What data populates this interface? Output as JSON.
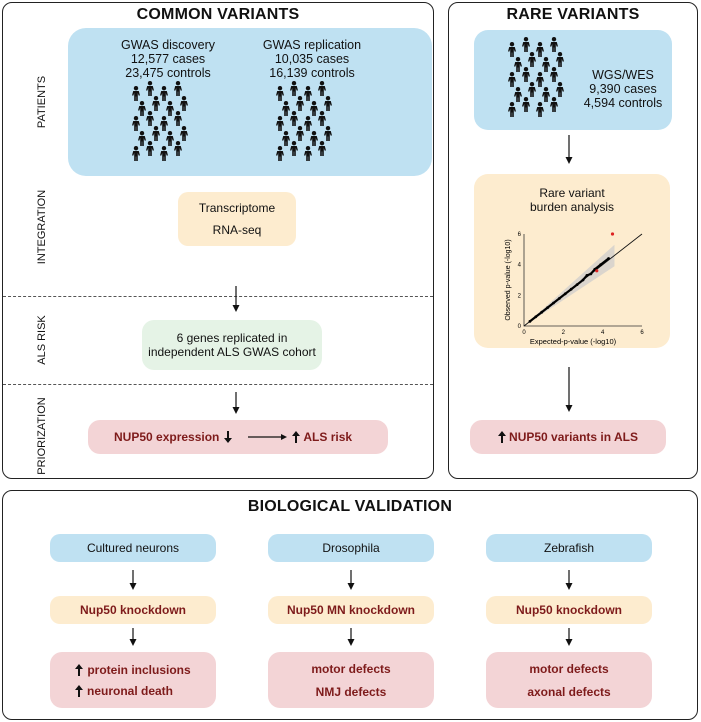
{
  "common": {
    "title": "COMMON VARIANTS",
    "labels": {
      "patients": "PATIENTS",
      "integration": "INTEGRATION",
      "als_risk": "ALS RISK",
      "priorization": "PRIORIZATION"
    },
    "discovery": {
      "title": "GWAS  discovery",
      "cases": "12,577 cases",
      "controls": "23,475 controls"
    },
    "replication": {
      "title": "GWAS  replication",
      "cases": "10,035 cases",
      "controls": "16,139 controls"
    },
    "transcriptome": {
      "line1": "Transcriptome",
      "line2": "RNA-seq"
    },
    "genes": {
      "line1": "6 genes replicated in",
      "line2": "independent ALS GWAS cohort"
    },
    "expression": {
      "left": "NUP50 expression",
      "right": "ALS risk"
    }
  },
  "rare": {
    "title": "RARE VARIANTS",
    "cohort": {
      "title": "WGS/WES",
      "cases": "9,390 cases",
      "controls": "4,594 controls"
    },
    "burden": {
      "line1": "Rare variant",
      "line2": "burden analysis"
    },
    "result": "NUP50 variants in ALS"
  },
  "chart_data": {
    "type": "scatter",
    "xlabel": "Expected-p-value (-log10)",
    "ylabel": "Observed p-value (-log10)",
    "xlim": [
      0,
      6
    ],
    "ylim": [
      0,
      6
    ],
    "x_ticks": [
      "0",
      "2",
      "4",
      "6"
    ],
    "y_ticks": [
      "0",
      "2",
      "4",
      "6"
    ],
    "points": [
      {
        "x": 0.3,
        "y": 0.3
      },
      {
        "x": 0.6,
        "y": 0.6
      },
      {
        "x": 0.9,
        "y": 0.9
      },
      {
        "x": 1.2,
        "y": 1.2
      },
      {
        "x": 1.5,
        "y": 1.5
      },
      {
        "x": 1.8,
        "y": 1.8
      },
      {
        "x": 2.1,
        "y": 2.1
      },
      {
        "x": 2.4,
        "y": 2.4
      },
      {
        "x": 2.7,
        "y": 2.7
      },
      {
        "x": 3.0,
        "y": 3.0
      },
      {
        "x": 3.2,
        "y": 3.3
      },
      {
        "x": 3.4,
        "y": 3.4
      },
      {
        "x": 3.6,
        "y": 3.7
      },
      {
        "x": 3.9,
        "y": 4.0
      },
      {
        "x": 4.3,
        "y": 4.4
      }
    ],
    "highlight": [
      {
        "x": 3.7,
        "y": 3.6
      },
      {
        "x": 4.5,
        "y": 6.0
      }
    ],
    "colors": {
      "points": "#000000",
      "highlight": "#d22",
      "band": "#cccccc"
    }
  },
  "validation": {
    "title": "BIOLOGICAL VALIDATION",
    "columns": [
      {
        "model": "Cultured neurons",
        "intervention": "Nup50 knockdown",
        "outcome1": "protein inclusions",
        "outcome2": "neuronal death"
      },
      {
        "model": "Drosophila",
        "intervention": "Nup50 MN knockdown",
        "outcome1": "motor defects",
        "outcome2": "NMJ defects"
      },
      {
        "model": "Zebrafish",
        "intervention": "Nup50 knockdown",
        "outcome1": "motor defects",
        "outcome2": "axonal defects"
      }
    ]
  }
}
